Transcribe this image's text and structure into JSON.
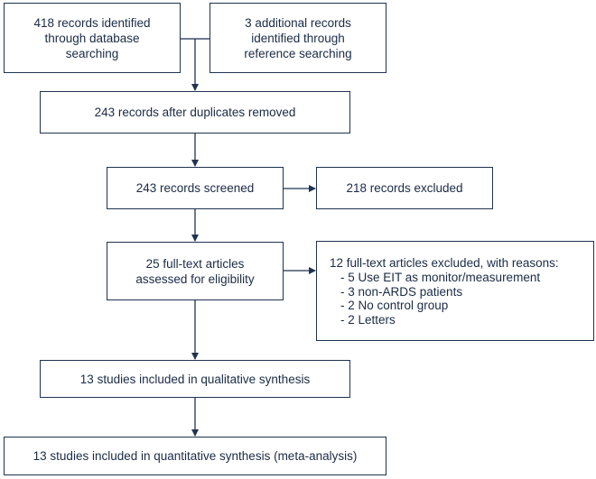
{
  "identification": {
    "database": [
      "418 records identified",
      "through database",
      "searching"
    ],
    "additional": [
      "3 additional records",
      "identified through",
      "reference searching"
    ]
  },
  "duplicates_removed": "243 records after duplicates removed",
  "screened": "243 records screened",
  "excluded": "218 records excluded",
  "fulltext_assessed": [
    "25 full-text articles",
    "assessed for eligibility"
  ],
  "fulltext_excluded": {
    "title": "12 full-text articles excluded, with reasons:",
    "reasons": [
      "- 5 Use EIT as monitor/measurement",
      "- 3 non-ARDS patients",
      "- 2 No control group",
      "- 2 Letters"
    ]
  },
  "qualitative": "13 studies included in qualitative synthesis",
  "quantitative": "13 studies included in quantitative synthesis (meta-analysis)",
  "colors": {
    "stroke": "#1f3350",
    "text": "#1a2b45"
  }
}
